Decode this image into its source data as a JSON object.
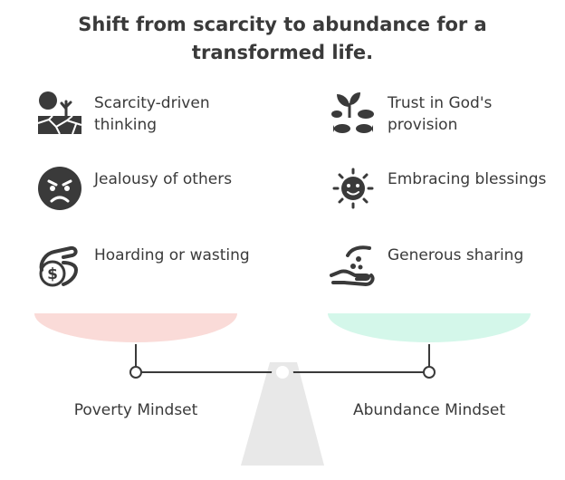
{
  "title": "Shift from scarcity to abundance for a transformed life.",
  "poverty": {
    "label": "Poverty Mindset",
    "color": "#fadbd8",
    "items": [
      {
        "icon": "drought-sun-icon",
        "text": "Scarcity-driven thinking"
      },
      {
        "icon": "angry-face-icon",
        "text": "Jealousy of others"
      },
      {
        "icon": "hand-holding-money-icon",
        "text": "Hoarding or wasting"
      }
    ]
  },
  "abundance": {
    "label": "Abundance Mindset",
    "color": "#d4f7ea",
    "items": [
      {
        "icon": "loaves-and-fish-icon",
        "text": "Trust in God's provision"
      },
      {
        "icon": "smiling-sun-icon",
        "text": "Embracing blessings"
      },
      {
        "icon": "giving-hand-icon",
        "text": "Generous sharing"
      }
    ]
  }
}
